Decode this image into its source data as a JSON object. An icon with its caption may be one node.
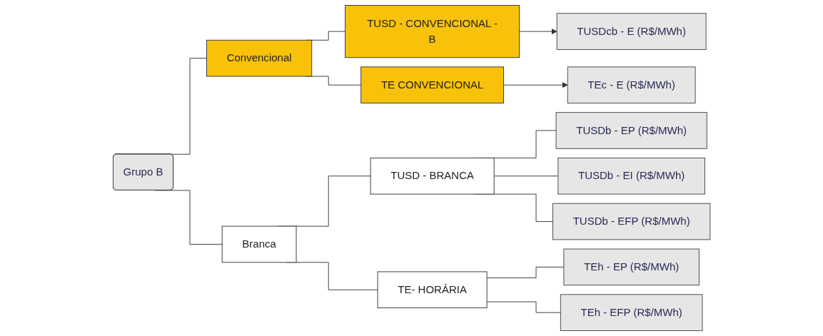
{
  "diagram": {
    "nodes": [
      {
        "text": [
          "Grupo B"
        ]
      },
      {
        "text": [
          "Convencional"
        ]
      },
      {
        "text": [
          "TUSD - CONVENCIONAL -B"
        ]
      },
      {
        "text": [
          "TUSDcb - E (R$/MWh)"
        ]
      },
      {
        "text": [
          "TE CONVENCIONAL"
        ]
      },
      {
        "text": [
          "TEc - E (R$/MWh)"
        ]
      },
      {
        "text": [
          "Branca"
        ]
      },
      {
        "text": [
          "TUSD - BRANCA"
        ]
      },
      {
        "text": [
          "TUSDb - EP (R$/MWh)"
        ]
      },
      {
        "text": [
          "TUSDb - EI (R$/MWh)"
        ]
      },
      {
        "text": [
          "TUSDb - EFP (R$/MWh)"
        ]
      },
      {
        "text": [
          "TE- HORÁRIA"
        ]
      },
      {
        "text": [
          "TEh - EP (R$/MWh)"
        ]
      },
      {
        "text": [
          "TEh - EFP (R$/MWh)"
        ]
      }
    ],
    "edges": [
      {
        "from": 0,
        "to": 1,
        "arrow": "none"
      },
      {
        "from": 0,
        "to": 6,
        "arrow": "none"
      },
      {
        "from": 1,
        "to": 2,
        "arrow": "none"
      },
      {
        "from": 1,
        "to": 4,
        "arrow": "none"
      },
      {
        "from": 2,
        "to": 3,
        "arrow": "to"
      },
      {
        "from": 4,
        "to": 5,
        "arrow": "to"
      },
      {
        "from": 6,
        "to": 7,
        "arrow": "none"
      },
      {
        "from": 6,
        "to": 11,
        "arrow": "none"
      },
      {
        "from": 7,
        "to": 8,
        "arrow": "none"
      },
      {
        "from": 7,
        "to": 9,
        "arrow": "none"
      },
      {
        "from": 7,
        "to": 10,
        "arrow": "none"
      },
      {
        "from": 11,
        "to": 12,
        "arrow": "none"
      },
      {
        "from": 11,
        "to": 13,
        "arrow": "none"
      }
    ]
  }
}
